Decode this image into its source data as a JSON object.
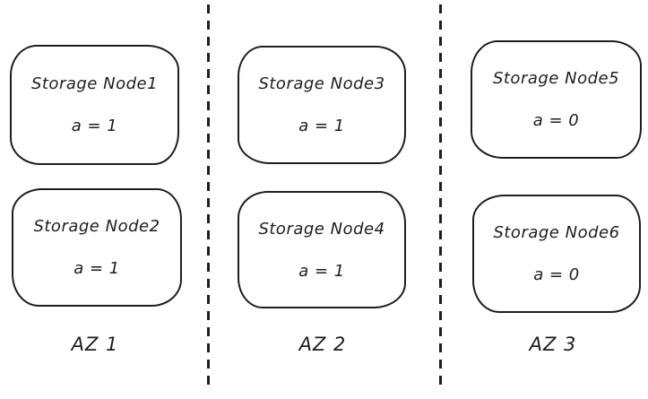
{
  "diagram": {
    "title_hint": "storage nodes per availability zone",
    "colors": {
      "stroke": "#1e1e1e",
      "background": "#ffffff"
    },
    "zones": [
      {
        "label": "AZ 1",
        "nodes": [
          {
            "name": "Storage Node1",
            "value": "a = 1"
          },
          {
            "name": "Storage Node2",
            "value": "a = 1"
          }
        ]
      },
      {
        "label": "AZ 2",
        "nodes": [
          {
            "name": "Storage Node3",
            "value": "a = 1"
          },
          {
            "name": "Storage Node4",
            "value": "a = 1"
          }
        ]
      },
      {
        "label": "AZ 3",
        "nodes": [
          {
            "name": "Storage Node5",
            "value": "a = 0"
          },
          {
            "name": "Storage Node6",
            "value": "a = 0"
          }
        ]
      }
    ]
  }
}
